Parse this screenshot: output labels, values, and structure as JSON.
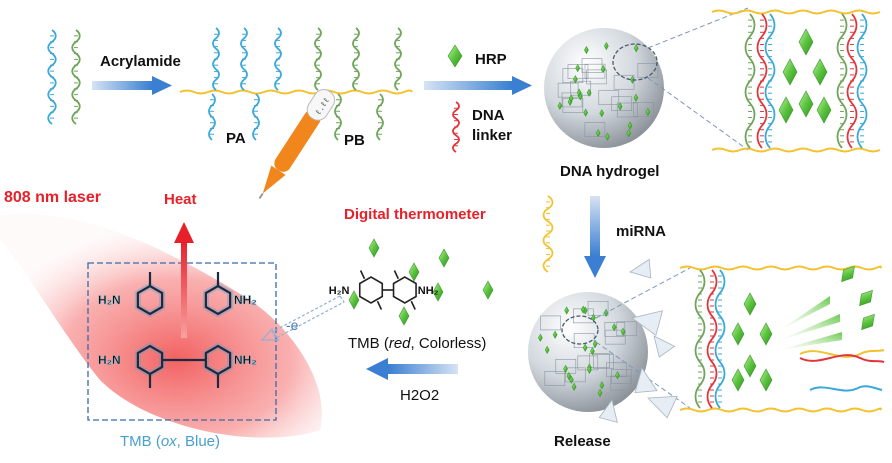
{
  "labels": {
    "acrylamide": "Acrylamide",
    "pa": "PA",
    "pb": "PB",
    "hrp": "HRP",
    "dna_linker": "DNA\nlinker",
    "dna_hydrogel": "DNA hydrogel",
    "mirna": "miRNA",
    "release": "Release",
    "laser": "808 nm laser",
    "heat": "Heat",
    "thermometer": "Digital thermometer",
    "electron": "-e",
    "tmb_red_prefix": "TMB (",
    "tmb_red_italic": "red",
    "tmb_red_suffix": ", Colorless)",
    "h2o2": "H2O2",
    "tmb_ox_prefix": "TMB (",
    "tmb_ox_italic": "ox",
    "tmb_ox_suffix": ", Blue)",
    "h2n": "H₂N",
    "nh2": "NH₂",
    "thermo_display": "ℓ.ℓℓ"
  },
  "colors": {
    "strand_a": "#3aa8d8",
    "strand_b": "#6fa45a",
    "backbone": "#f2c230",
    "linker": "#e0353a",
    "arrow_blue": "#3a7fd1",
    "hrp_green": "#5cc43e",
    "laser_red": "#f04646",
    "label_red": "#e8202a",
    "tmb_ox_blue": "#4aa0cc",
    "thermometer_orange": "#f0861c"
  }
}
